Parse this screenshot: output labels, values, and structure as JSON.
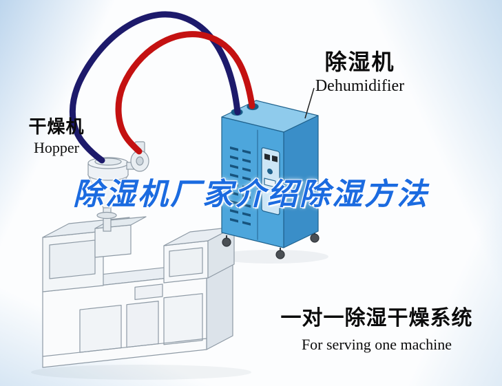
{
  "diagram": {
    "dehumidifier_label": {
      "cn": "除湿机",
      "en": "Dehumidifier"
    },
    "hopper_label": {
      "cn": "干燥机",
      "en": "Hopper"
    },
    "watermark_title": "除湿机厂家介绍除湿方法",
    "system_caption": {
      "cn": "一对一除湿干燥系统",
      "en": "For serving one machine"
    }
  },
  "colors": {
    "hose_red": "#c41111",
    "hose_navy": "#1d1a6b",
    "dehumidifier_front": "#4da6dc",
    "dehumidifier_side": "#3a8ec8",
    "dehumidifier_top": "#8fcbec",
    "watermark_blue": "#1b6be0",
    "background_tint": "#c9dcee"
  }
}
